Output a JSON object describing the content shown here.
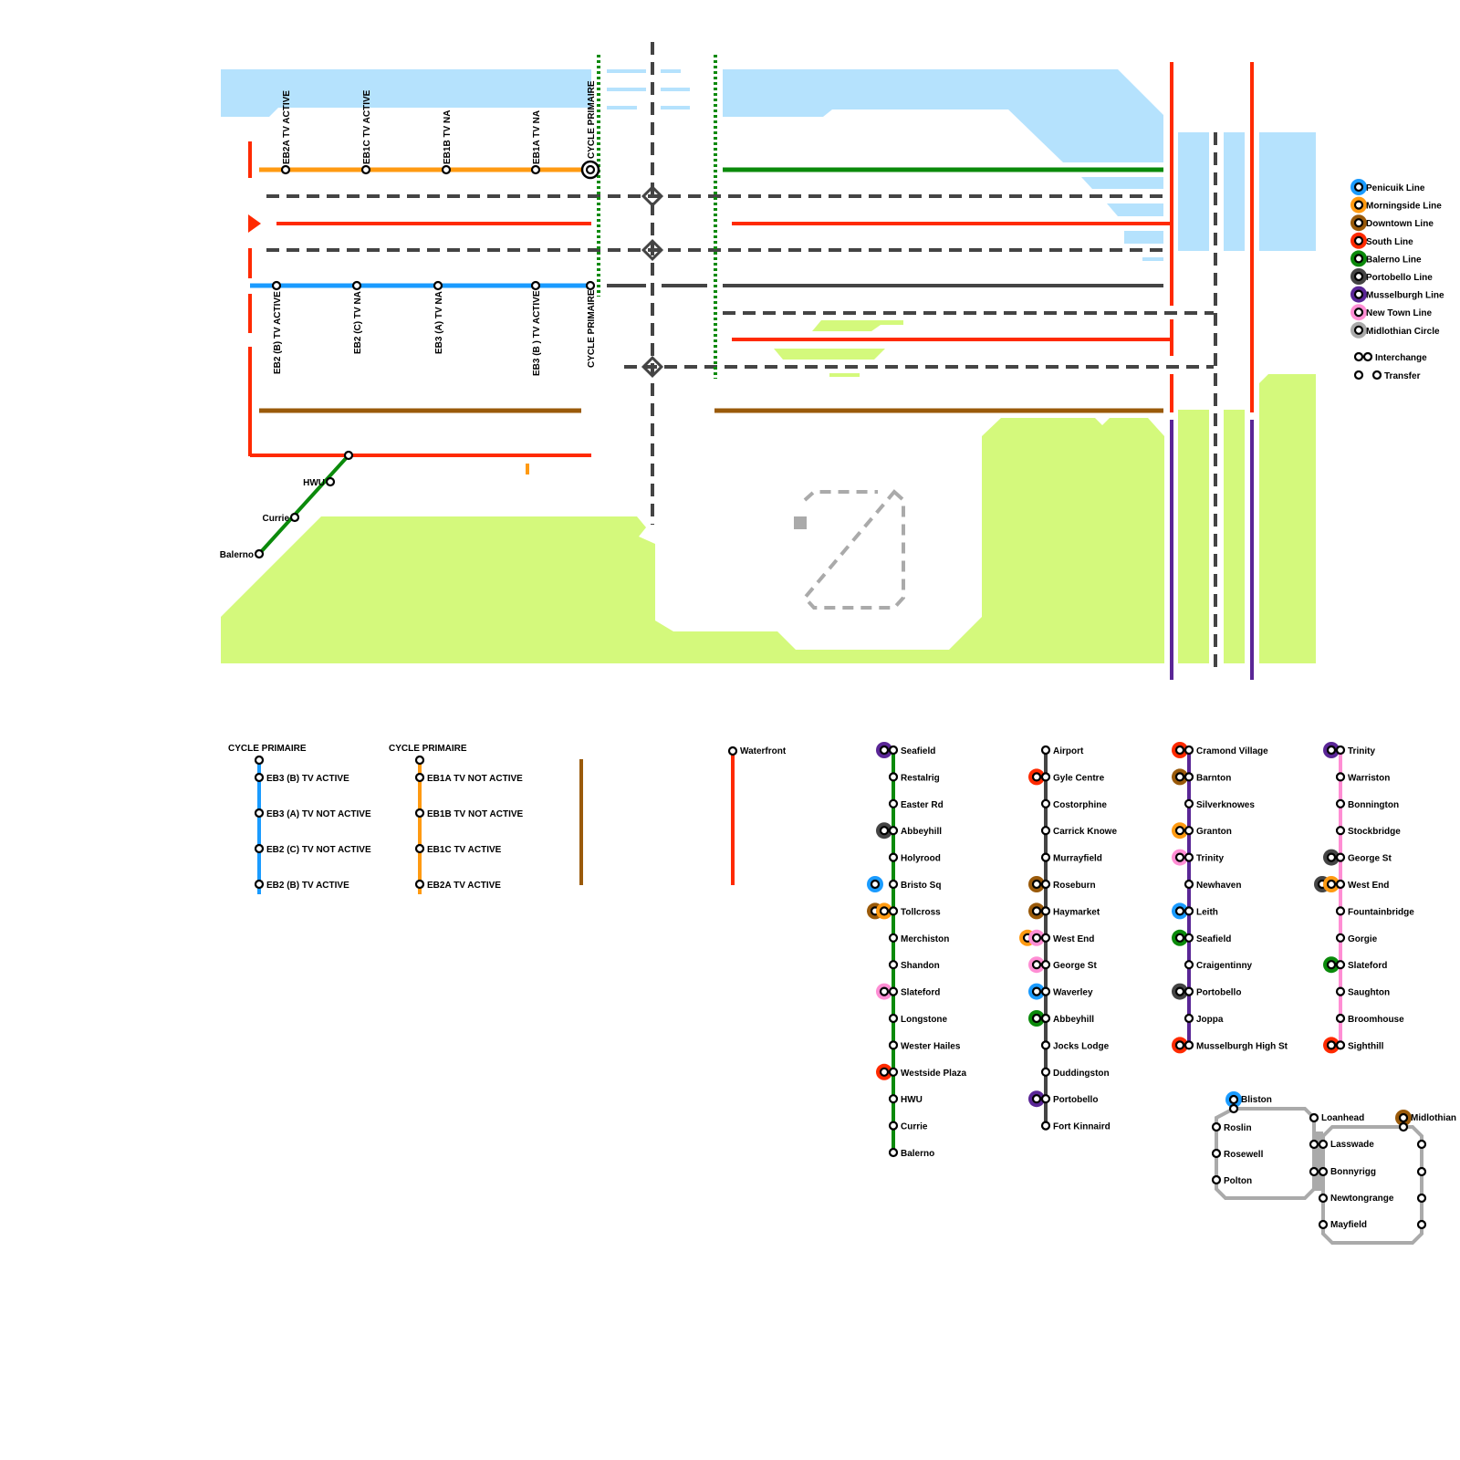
{
  "colors": {
    "water": "#b5e2fd",
    "land": "#d4f97c",
    "blue": "#1a9bff",
    "orange": "#ff9a12",
    "brown": "#9a5a0a",
    "red": "#ff2a00",
    "green": "#0b8a0b",
    "grey": "#444444",
    "purple": "#5a2696",
    "pink": "#ff8ed4",
    "lightgrey": "#aaaaaa"
  },
  "legend": {
    "items": [
      {
        "name": "Penicuik Line",
        "color": "#1a9bff"
      },
      {
        "name": "Morningside Line",
        "color": "#ff9a12"
      },
      {
        "name": "Downtown Line",
        "color": "#9a5a0a"
      },
      {
        "name": "South Line",
        "color": "#ff2a00"
      },
      {
        "name": "Balerno Line",
        "color": "#0b8a0b"
      },
      {
        "name": "Portobello Line",
        "color": "#444444"
      },
      {
        "name": "Musselburgh Line",
        "color": "#5a2696"
      },
      {
        "name": "New Town Line",
        "color": "#ff8ed4"
      },
      {
        "name": "Midlothian Circle",
        "color": "#aaaaaa"
      }
    ],
    "interchange": "Interchange",
    "transfer": "Transfer"
  },
  "map": {
    "orange_labels": [
      "EB2A TV ACTIVE",
      "EB1C TV ACTIVE",
      "EB1B TV NA",
      "EB1A TV NA",
      "CYCLE PRIMAIRE"
    ],
    "blue_labels": [
      "EB2 (B) TV ACTIVE",
      "EB2 (C) TV NA",
      "EB3 (A) TV NA",
      "EB3 (B ) TV ACTIVE",
      "CYCLE PRIMAIRE"
    ],
    "balerno_labels": [
      "HWU",
      "Currie",
      "Balerno"
    ]
  },
  "lists": [
    {
      "title": "CYCLE PRIMAIRE",
      "color": "#1a9bff",
      "stations": [
        {
          "name": ""
        },
        {
          "name": "EB3 (B) TV  ACTIVE"
        },
        {
          "name": "EB3 (A) TV NOT ACTIVE"
        },
        {
          "name": "EB2 (C) TV NOT ACTIVE"
        },
        {
          "name": "EB2 (B) TV ACTIVE"
        }
      ]
    },
    {
      "title": "CYCLE PRIMAIRE",
      "color": "#ff9a12",
      "stations": [
        {
          "name": ""
        },
        {
          "name": "EB1A TV NOT ACTIVE"
        },
        {
          "name": "EB1B TV NOT ACTIVE"
        },
        {
          "name": "EB1C TV ACTIVE"
        },
        {
          "name": "EB2A TV ACTIVE"
        }
      ]
    },
    {
      "title": "",
      "color": "#9a5a0a",
      "stations": []
    },
    {
      "title": "",
      "color": "#ff2a00",
      "stations": [
        {
          "name": "Waterfront"
        }
      ]
    },
    {
      "title": "",
      "color": "#0b8a0b",
      "stations": [
        {
          "name": "Seafield",
          "ic": [
            "#5a2696"
          ]
        },
        {
          "name": "Restalrig"
        },
        {
          "name": "Easter Rd"
        },
        {
          "name": "Abbeyhill",
          "ic": [
            "#444444"
          ]
        },
        {
          "name": "Holyrood"
        },
        {
          "name": "Bristo Sq",
          "tr": "#1a9bff"
        },
        {
          "name": "Tollcross",
          "ic": [
            "#9a5a0a",
            "#ff9a12"
          ]
        },
        {
          "name": "Merchiston"
        },
        {
          "name": "Shandon"
        },
        {
          "name": "Slateford",
          "ic": [
            "#ff8ed4"
          ]
        },
        {
          "name": "Longstone"
        },
        {
          "name": "Wester Hailes"
        },
        {
          "name": "Westside Plaza",
          "ic": [
            "#ff2a00"
          ]
        },
        {
          "name": "HWU"
        },
        {
          "name": "Currie"
        },
        {
          "name": "Balerno"
        }
      ]
    },
    {
      "title": "",
      "color": "#444444",
      "stations": [
        {
          "name": "Airport"
        },
        {
          "name": "Gyle Centre",
          "ic": [
            "#ff2a00"
          ]
        },
        {
          "name": "Costorphine"
        },
        {
          "name": "Carrick Knowe"
        },
        {
          "name": "Murrayfield"
        },
        {
          "name": "Roseburn",
          "ic": [
            "#9a5a0a"
          ]
        },
        {
          "name": "Haymarket",
          "ic": [
            "#9a5a0a"
          ]
        },
        {
          "name": "West End",
          "ic": [
            "#ff9a12",
            "#ff8ed4"
          ]
        },
        {
          "name": "George St",
          "ic": [
            "#ff8ed4"
          ]
        },
        {
          "name": "Waverley",
          "ic": [
            "#1a9bff"
          ]
        },
        {
          "name": "Abbeyhill",
          "ic": [
            "#0b8a0b"
          ]
        },
        {
          "name": "Jocks Lodge"
        },
        {
          "name": "Duddingston"
        },
        {
          "name": "Portobello",
          "ic": [
            "#5a2696"
          ]
        },
        {
          "name": "Fort Kinnaird"
        }
      ]
    },
    {
      "title": "",
      "color": "#5a2696",
      "stations": [
        {
          "name": "Cramond Village",
          "ic": [
            "#ff2a00"
          ]
        },
        {
          "name": "Barnton",
          "ic": [
            "#9a5a0a"
          ]
        },
        {
          "name": "Silverknowes"
        },
        {
          "name": "Granton",
          "ic": [
            "#ff9a12"
          ]
        },
        {
          "name": "Trinity",
          "ic": [
            "#ff8ed4"
          ]
        },
        {
          "name": "Newhaven"
        },
        {
          "name": "Leith",
          "ic": [
            "#1a9bff"
          ]
        },
        {
          "name": "Seafield",
          "ic": [
            "#0b8a0b"
          ]
        },
        {
          "name": "Craigentinny"
        },
        {
          "name": "Portobello",
          "ic": [
            "#444444"
          ]
        },
        {
          "name": "Joppa"
        },
        {
          "name": "Musselburgh High St",
          "ic": [
            "#ff2a00"
          ]
        }
      ]
    },
    {
      "title": "",
      "color": "#ff8ed4",
      "stations": [
        {
          "name": "Trinity",
          "ic": [
            "#5a2696"
          ]
        },
        {
          "name": "Warriston"
        },
        {
          "name": "Bonnington"
        },
        {
          "name": "Stockbridge"
        },
        {
          "name": "George St",
          "ic": [
            "#444444"
          ]
        },
        {
          "name": "West End",
          "ic": [
            "#444444",
            "#ff9a12"
          ]
        },
        {
          "name": "Fountainbridge"
        },
        {
          "name": "Gorgie"
        },
        {
          "name": "Slateford",
          "ic": [
            "#0b8a0b"
          ]
        },
        {
          "name": "Saughton"
        },
        {
          "name": "Broomhouse"
        },
        {
          "name": "Sighthill",
          "ic": [
            "#ff2a00"
          ]
        }
      ]
    }
  ],
  "midlothian": {
    "stations": [
      "Bliston",
      "Roslin",
      "Rosewell",
      "Polton",
      "Loanhead",
      "Lasswade",
      "Bonnyrigg",
      "Newtongrange",
      "Mayfield",
      "Midlothian"
    ]
  }
}
